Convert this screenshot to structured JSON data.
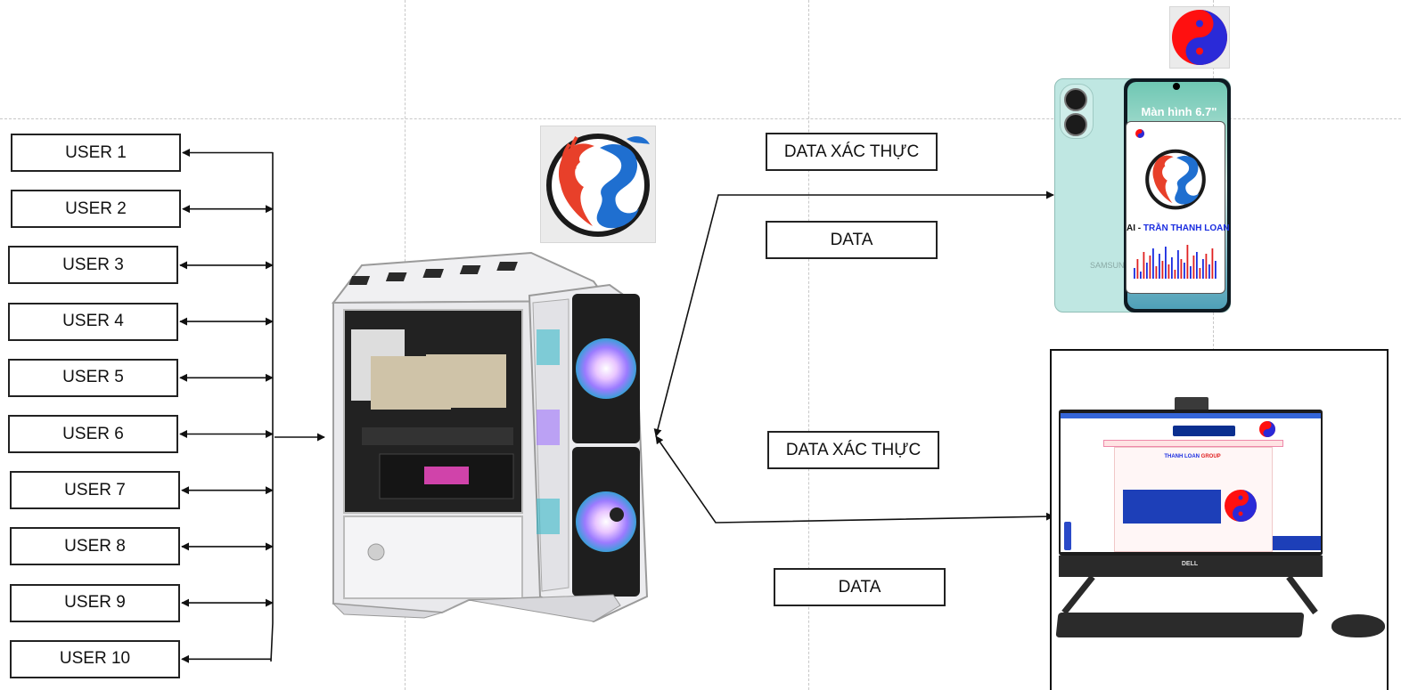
{
  "users": [
    "USER 1",
    "USER 2",
    "USER 3",
    "USER 4",
    "USER 5",
    "USER 6",
    "USER 7",
    "USER 8",
    "USER 9",
    "USER 10"
  ],
  "flows": {
    "phone_auth": "DATA XÁC THỰC",
    "phone_data": "DATA",
    "desktop_auth": "DATA XÁC THỰC",
    "desktop_data": "DATA"
  },
  "phone": {
    "brand": "SAMSUNG",
    "screen_caption": "Màn hình 6.7\"",
    "logo_text_prefix": "AI - ",
    "logo_text_name": "TRẦN THANH LOAN"
  },
  "monitor": {
    "brand": "DELL",
    "site_title_a": "THANH LOAN",
    "site_title_b": " GROUP"
  },
  "colors": {
    "line": "#111111",
    "phoenix_red": "#e8402a",
    "dragon_blue": "#1f6fd0",
    "yin_red": "#ff1010",
    "yang_blue": "#2a2ad8",
    "phone_body": "#bfe7e2"
  }
}
